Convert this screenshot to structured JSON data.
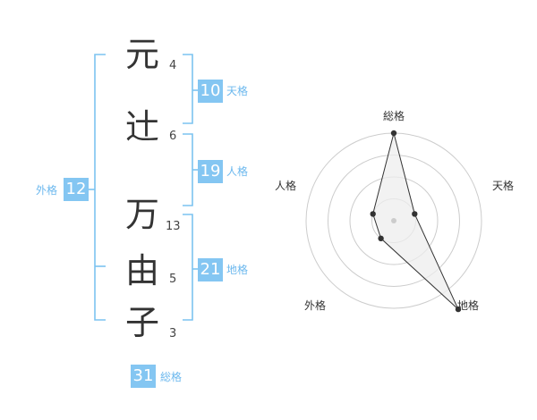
{
  "name": {
    "characters": [
      {
        "char": "元",
        "strokes": "4"
      },
      {
        "char": "辻",
        "strokes": "6"
      },
      {
        "char": "万",
        "strokes": "13"
      },
      {
        "char": "由",
        "strokes": "5"
      },
      {
        "char": "子",
        "strokes": "3"
      }
    ]
  },
  "fortunes": {
    "tenkaku": {
      "value": "10",
      "label": "天格"
    },
    "jinkaku": {
      "value": "19",
      "label": "人格"
    },
    "chikaku": {
      "value": "21",
      "label": "地格"
    },
    "gaikaku": {
      "value": "12",
      "label": "外格"
    },
    "soukaku": {
      "value": "31",
      "label": "総格"
    }
  },
  "colors": {
    "accent": "#84c6f2",
    "bracket": "#7cc3f0",
    "radar_fill": "#eeeeee",
    "radar_line": "#333333"
  },
  "chart_data": {
    "type": "radar",
    "axes": [
      "総格",
      "天格",
      "地格",
      "外格",
      "人格"
    ],
    "values": [
      4,
      1,
      5,
      1,
      1
    ],
    "rlim": [
      0,
      4
    ],
    "rings": 4
  }
}
